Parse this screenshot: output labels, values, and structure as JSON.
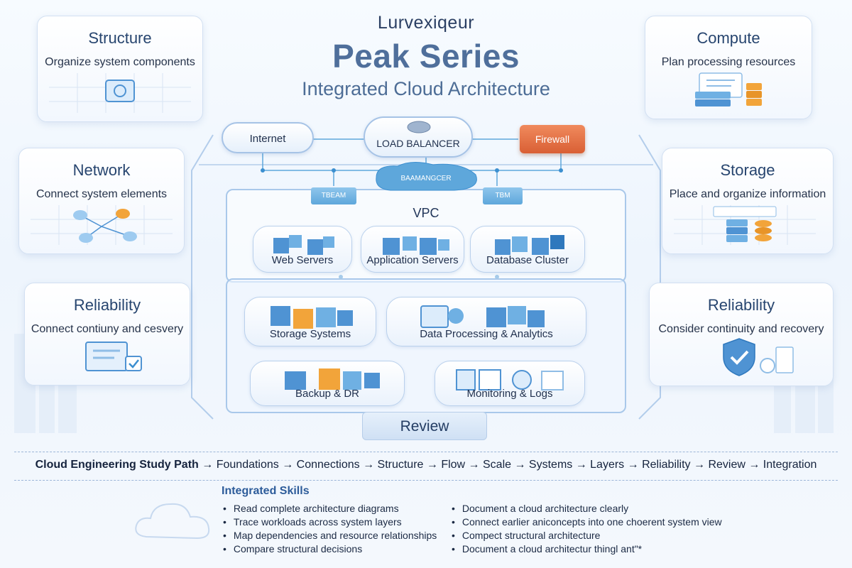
{
  "header": {
    "brand": "Lurvexiqeur",
    "series": "Peak Series",
    "subtitle": "Integrated Cloud Architecture"
  },
  "left_cards": [
    {
      "title": "Structure",
      "description": "Organize system components",
      "icon": "chip-icon"
    },
    {
      "title": "Network",
      "description": "Connect system elements",
      "icon": "network-nodes-icon"
    },
    {
      "title": "Reliability",
      "description": "Connect contiuny and cesvery",
      "icon": "monitor-check-icon"
    }
  ],
  "right_cards": [
    {
      "title": "Compute",
      "description": "Plan processing resources",
      "icon": "server-stack-icon"
    },
    {
      "title": "Storage",
      "description": "Place and organize information",
      "icon": "storage-stack-icon"
    },
    {
      "title": "Reliability",
      "description": "Consider continuity and recovery",
      "icon": "shield-check-icon"
    }
  ],
  "diagram": {
    "internet": "Internet",
    "load_balancer": "LOAD BALANCER",
    "firewall": "Firewall",
    "gateway_tag": "BAAMANGCER",
    "left_tag": "TBEAM",
    "right_tag": "TBM",
    "vpc": "VPC",
    "tiers": [
      "Web Servers",
      "Application Servers",
      "Database Cluster"
    ],
    "storage": "Storage Systems",
    "analytics": "Data Processing & Analytics",
    "backup": "Backup & DR",
    "monitoring": "Monitoring & Logs",
    "review": "Review"
  },
  "study_path": {
    "lead": "Cloud Engineering Study Path",
    "steps": [
      "Foundations",
      "Connections",
      "Structure",
      "Flow",
      "Scale",
      "Systems",
      "Layers",
      "Reliability",
      "Review",
      "Integration"
    ],
    "arrow": "→"
  },
  "skills": {
    "title": "Integrated Skills",
    "left": [
      "Read complete architecture diagrams",
      "Trace workloads across system layers",
      "Map dependencies and resource relationships",
      "Compare structural decisions"
    ],
    "right": [
      "Document a cloud architecture clearly",
      "Connect earlier aniconcepts into one choerent system view",
      "Compect structural architecture",
      "Document a cloud architectur thingl ant\"*"
    ]
  },
  "colors": {
    "accent": "#4f6f9b",
    "firewall": "#e06a3d",
    "cube_blue": "#4f93d3",
    "cube_orange": "#f2a43a"
  }
}
